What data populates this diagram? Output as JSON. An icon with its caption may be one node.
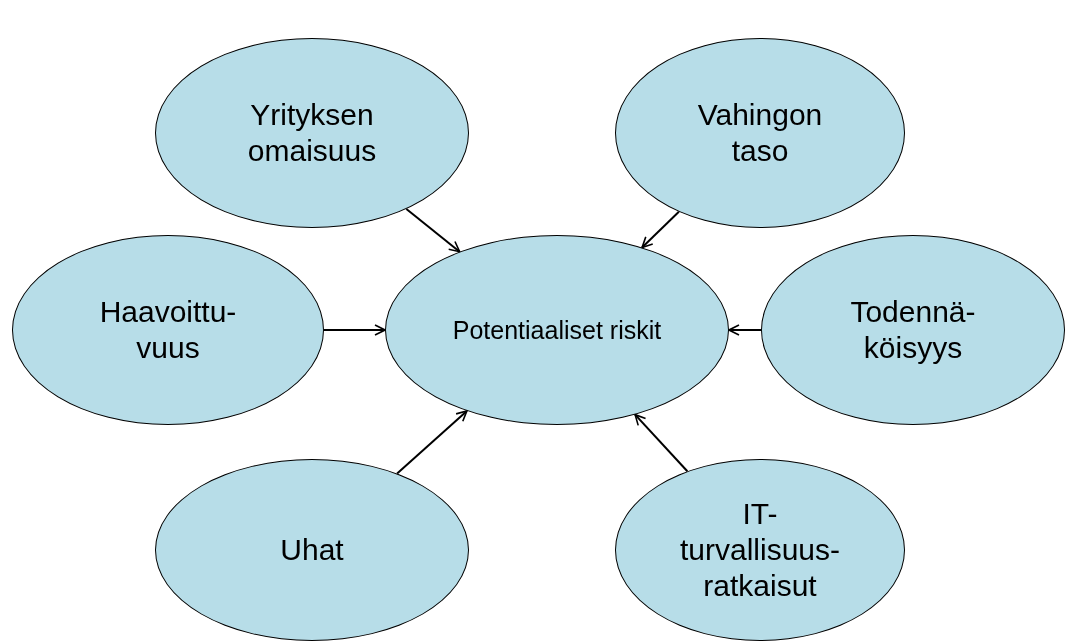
{
  "diagram": {
    "nodes": [
      {
        "text": [
          "Potentiaaliset riskit"
        ]
      },
      {
        "text": [
          "Yrityksen omaisuus"
        ]
      },
      {
        "text": [
          "Vahingon taso"
        ]
      },
      {
        "text": [
          "Haavoittu- vuus"
        ]
      },
      {
        "text": [
          "Todennä- köisyys"
        ]
      },
      {
        "text": [
          "Uhat"
        ]
      },
      {
        "text": [
          "IT- turvallisuus- ratkaisut"
        ]
      }
    ],
    "edges": [
      {
        "from": 1,
        "to": 0,
        "arrow": "to"
      },
      {
        "from": 2,
        "to": 0,
        "arrow": "to"
      },
      {
        "from": 3,
        "to": 0,
        "arrow": "to"
      },
      {
        "from": 4,
        "to": 0,
        "arrow": "to"
      },
      {
        "from": 5,
        "to": 0,
        "arrow": "to"
      },
      {
        "from": 6,
        "to": 0,
        "arrow": "to"
      }
    ]
  }
}
